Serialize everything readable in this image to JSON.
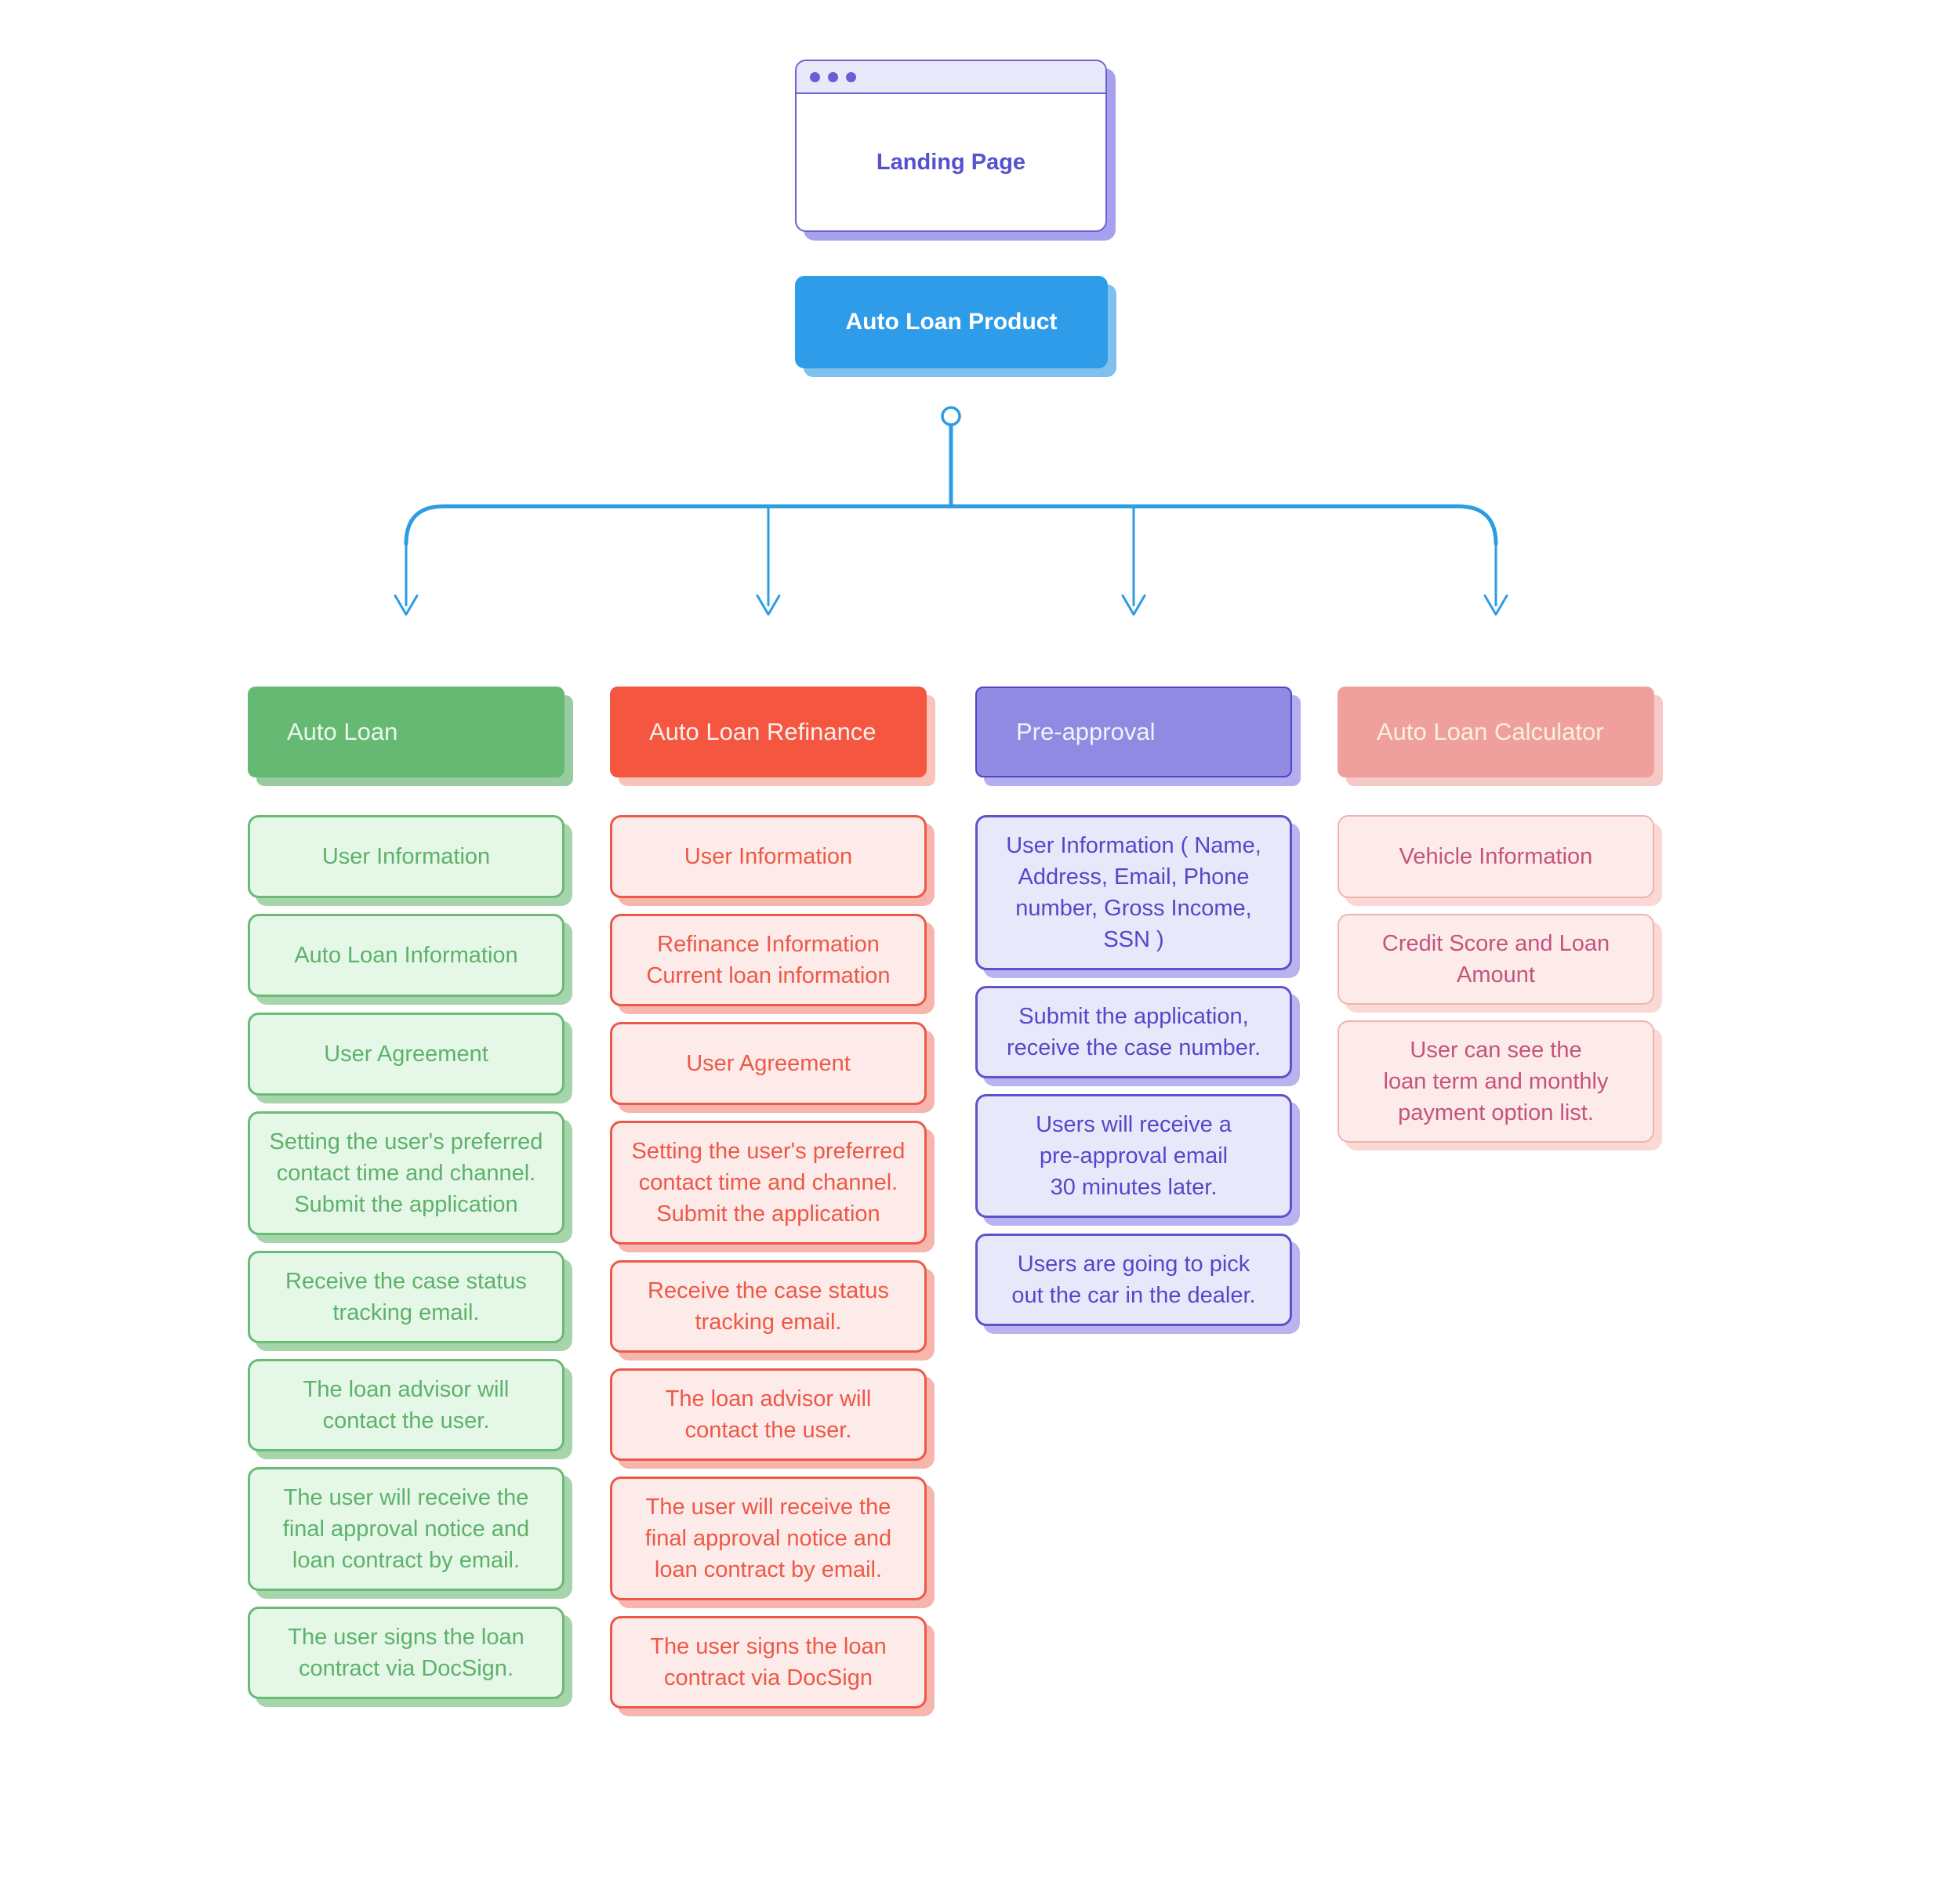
{
  "browser_window": {
    "title": "Landing Page",
    "titlebar_dot_icon": "window-control-dot",
    "colors": {
      "border": "#6a61d2",
      "titlebar_bg": "#eae8fb",
      "dot": "#6a5ed6",
      "title_text": "#5551cf",
      "shadow": "#a8a1ee"
    }
  },
  "root_node": {
    "label": "Auto Loan Product",
    "colors": {
      "bg": "#2e9ce8",
      "text": "#ffffff",
      "shadow": "#7fc0ef"
    }
  },
  "connector": {
    "color": "#2d9ce2"
  },
  "columns": [
    {
      "id": "auto-loan",
      "header": "Auto Loan",
      "colors": {
        "header_bg": "#66b973",
        "header_text": "#eaf8ec",
        "header_border": "",
        "header_shadow": "#97cba0",
        "item_bg": "#e5f7e6",
        "item_border": "#6abb76",
        "item_text": "#5cb26a",
        "item_shadow": "#a6d5ac"
      },
      "items": [
        "User Information",
        "Auto Loan Information",
        "User Agreement",
        "Setting the user's preferred\ncontact time and channel.\nSubmit the application",
        "Receive the case status\ntracking email.",
        "The loan advisor will\ncontact the user.",
        "The user will receive the\nfinal approval notice and\nloan contract by email.",
        "The user signs the loan\ncontract via DocSign."
      ]
    },
    {
      "id": "auto-loan-refinance",
      "header": "Auto Loan Refinance",
      "colors": {
        "header_bg": "#f5563f",
        "header_text": "#fdeeec",
        "header_border": "",
        "header_shadow": "#f8c3bb",
        "item_bg": "#fcebe9",
        "item_border": "#ee5847",
        "item_text": "#ee5847",
        "item_shadow": "#f6b5ad"
      },
      "items": [
        "User Information",
        "Refinance Information\nCurrent loan information",
        "User Agreement",
        "Setting the user's preferred\ncontact time and channel.\nSubmit the application",
        "Receive the case status\ntracking email.",
        "The loan advisor will\ncontact the user.",
        "The user will receive the\nfinal approval notice and\nloan contract by email.",
        "The user signs the loan\ncontract via DocSign"
      ]
    },
    {
      "id": "pre-approval",
      "header": "Pre-approval",
      "colors": {
        "header_bg": "#908ae2",
        "header_text": "#f3f2fc",
        "header_border": "#4f46c6",
        "header_shadow": "#b4adee",
        "item_bg": "#e9e8fa",
        "item_border": "#5d53cd",
        "item_text": "#5348ca",
        "item_shadow": "#b9b3ef"
      },
      "items": [
        "User Information ( Name,\nAddress, Email, Phone\nnumber, Gross Income, SSN )",
        "Submit the application,\nreceive the case number.",
        "Users will receive a\npre-approval email\n30 minutes later.",
        "Users are going to pick\nout the car in the dealer."
      ]
    },
    {
      "id": "auto-loan-calculator",
      "header": "Auto Loan Calculator",
      "colors": {
        "header_bg": "#efa09c",
        "header_text": "#f8f1e0",
        "header_border": "",
        "header_shadow": "#f5c9c5",
        "item_bg": "#fcebe9",
        "item_border": "#f0b4af",
        "item_text": "#c5537e",
        "item_shadow": "#f9d8d5"
      },
      "items": [
        "Vehicle Information",
        "Credit Score and Loan\nAmount",
        "User can see the\nloan term and monthly\npayment option list."
      ]
    }
  ]
}
